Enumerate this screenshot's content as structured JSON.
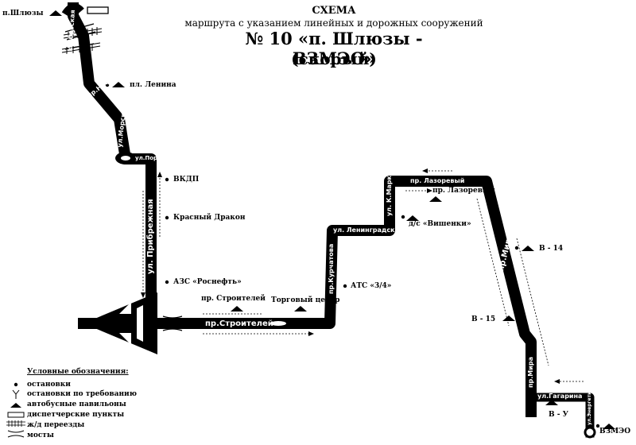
{
  "header": {
    "line1": "СХЕМА",
    "line2": "маршрута с указанием линейных и дорожных сооружений",
    "line3": "№ 10 «п. Шлюзы - ВЗМЭО»",
    "line4": "(скорый)"
  },
  "terminals": {
    "start": "п.Шлюзы",
    "end": "ВЗМЭО"
  },
  "stops": {
    "lenina": "пл. Ленина",
    "vkdp": "ВКДП",
    "krasny_drakon": "Красный Дракон",
    "azs": "АЗС «Роснефть»",
    "pr_stroiteley": "пр. Строителей",
    "torgovy_tsentr": "Торговый центр",
    "ats": "АТС «3/4»",
    "lazorevy": "пр. Лазоревый",
    "vishenki": "д/с «Вишенки»",
    "v14": "В - 14",
    "v15": "В - 15",
    "vu": "В - У"
  },
  "streets": {
    "ul_oktyabrskaya": "ул.Октябрьская",
    "pr_neftyanoy": "пр.Нефтяной",
    "ul_morskaya": "ул.Морская",
    "ul_portovaya": "ул.Портовая",
    "ul_pribrezhnaya": "ул. Прибрежная",
    "pr_stroiteley": "пр.Строителей",
    "pr_kurchatova": "пр.Курчатова",
    "ul_leningradskaya": "ул. Ленинградская",
    "ul_k_marksa": "ул. К.Маркса",
    "pr_lazorevy": "пр. Лазоревый",
    "pr_mira_diag": "пр.Мира",
    "pr_mira": "пр.Мира",
    "ul_gagarina": "ул.Гагарина",
    "ul_energetikov": "ул.Энергетиков"
  },
  "legend": {
    "title": "Условные обозначения:",
    "items": [
      {
        "symbol": "stop-dot",
        "label": "остановки"
      },
      {
        "symbol": "request-stop",
        "label": "остановки по требованию"
      },
      {
        "symbol": "bus-pavilion",
        "label": "автобусные павильоны"
      },
      {
        "symbol": "dispatch-point",
        "label": "диспетчерские пункты"
      },
      {
        "symbol": "railway-crossing",
        "label": "ж/д переезды"
      },
      {
        "symbol": "bridge",
        "label": "мосты"
      }
    ]
  },
  "colors": {
    "road": "#000000",
    "text_on_road": "#ffffff",
    "background": "#ffffff"
  }
}
